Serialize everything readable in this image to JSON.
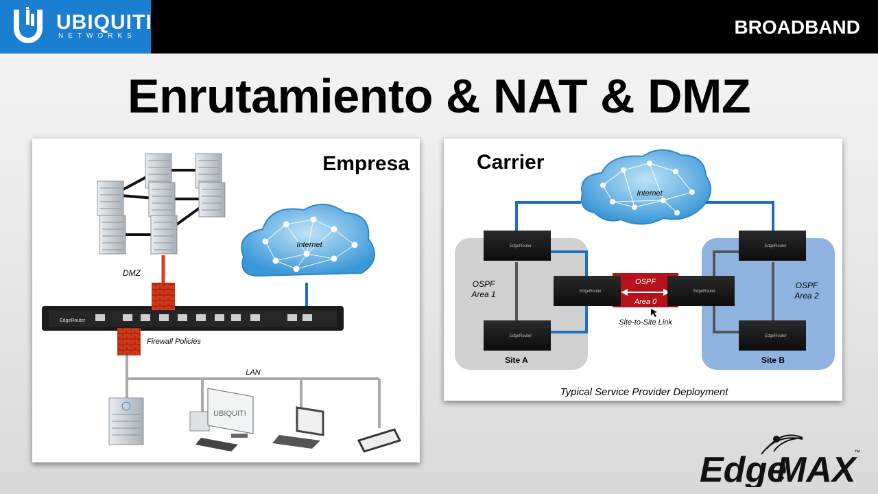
{
  "header": {
    "brand_name": "UBIQUITI",
    "brand_sub": "NETWORKS",
    "section": "BROADBAND"
  },
  "title": "Enrutamiento & NAT & DMZ",
  "empresa": {
    "heading": "Empresa",
    "dmz_label": "DMZ",
    "internet_label": "Internet",
    "firewall_label": "Firewall Policies",
    "lan_label": "LAN",
    "router_brand": "EdgeRouter",
    "monitor_brand": "UBIQUITI"
  },
  "carrier": {
    "heading": "Carrier",
    "internet_label": "Internet",
    "area1_label": "OSPF",
    "area1_sub": "Area 1",
    "area2_label": "OSPF",
    "area2_sub": "Area 2",
    "ospf_label": "OSPF",
    "area0_label": "Area 0",
    "link_label": "Site-to-Site Link",
    "site_a": "Site A",
    "site_b": "Site B",
    "caption": "Typical Service Provider Deployment",
    "router_brand": "EdgeRouter"
  },
  "footer": {
    "logo_edge": "Edge",
    "logo_max": "MAX",
    "logo_tm": "™"
  },
  "colors": {
    "ubiquiti_blue": "#1a7fd1",
    "link_blue": "#1f6fbf",
    "firewall_red": "#e03a1a",
    "ospf_red": "#b5121b",
    "site_a_bg": "#d0d0d0",
    "site_b_bg": "#8fb3df"
  }
}
